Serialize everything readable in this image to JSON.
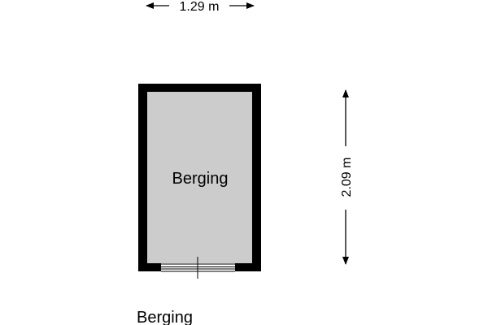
{
  "plan": {
    "room_label": "Berging",
    "width_dimension": "1.29 m",
    "height_dimension": "2.09 m",
    "floor_title": "Berging",
    "floor_color": "#cccccc",
    "wall_color": "#000000"
  }
}
